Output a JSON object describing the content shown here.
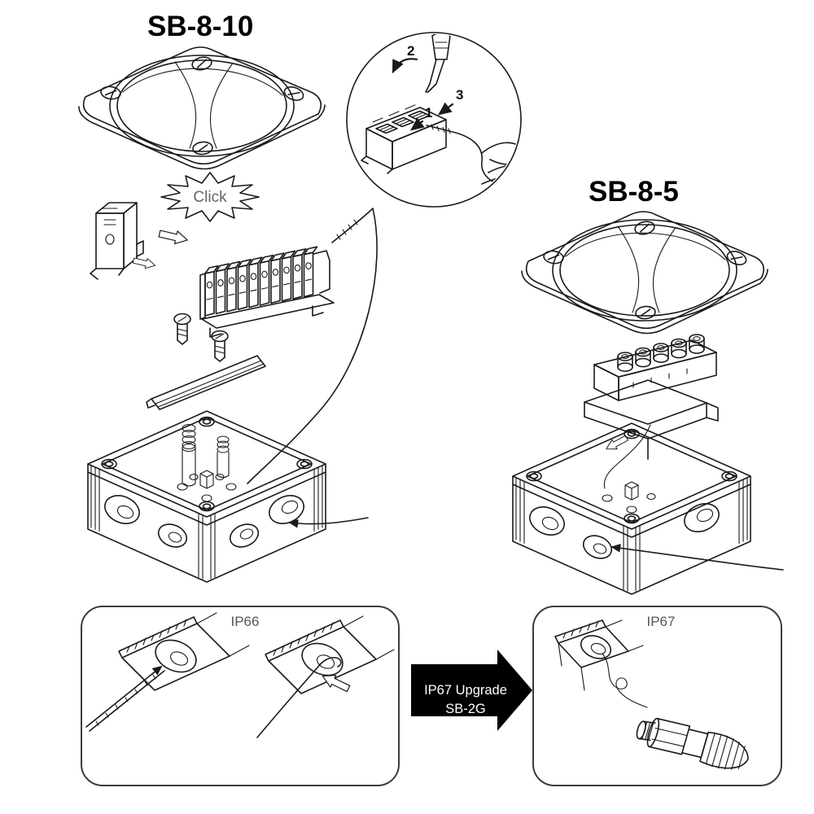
{
  "titles": {
    "left_model": "SB-8-10",
    "right_model": "SB-8-5"
  },
  "callout": {
    "click": "Click"
  },
  "inset": {
    "step_1": "1",
    "step_2": "2",
    "step_3": "3"
  },
  "panels": {
    "left_rating": "IP66",
    "right_rating": "IP67"
  },
  "upgrade": {
    "line1": "IP67 Upgrade",
    "line2": "SB-2G"
  },
  "icons": {
    "assembly_arrow": "open-outline-arrow",
    "direction_arrowhead": "filled-triangle-arrowhead"
  },
  "colors": {
    "ink": "#1a1a1a",
    "label_gray": "#555555",
    "upgrade_arrow_fill": "#000000",
    "upgrade_arrow_text": "#ffffff",
    "background": "#ffffff"
  }
}
